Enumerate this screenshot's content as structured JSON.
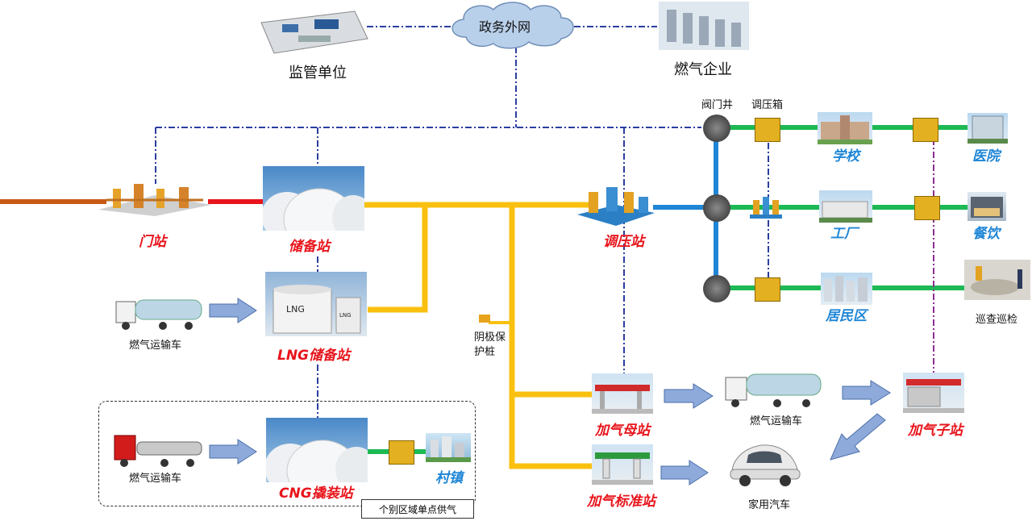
{
  "network": {
    "cloud_label": "政务外网"
  },
  "nodes": {
    "regulator": "监管单位",
    "gas_company": "燃气企业",
    "gate_station": "门站",
    "storage_station": "储备站",
    "lng_storage": "LNG储备站",
    "cng_station": "CNG撬装站",
    "pressure_station": "调压站",
    "valve_well": "阀门井",
    "regulator_box": "调压箱",
    "school": "学校",
    "hospital": "医院",
    "factory": "工厂",
    "dining": "餐饮",
    "residential": "居民区",
    "patrol": "巡查巡检",
    "cathodic": "阴极保护桩",
    "mother_station": "加气母站",
    "sub_station": "加气子站",
    "standard_station": "加气标准站",
    "truck_lng": "燃气运输车",
    "truck_cng": "燃气运输车",
    "truck_mid": "燃气运输车",
    "home_car": "家用汽车",
    "town": "村镇",
    "single_point": "个别区域单点供气"
  },
  "pic_labels": {
    "lng_tank": "LNG",
    "lng_tank2": "LNG"
  },
  "colors": {
    "main_pipe": "#f9c00f",
    "gate_pipe": "#c85a17",
    "red_pipe": "#e8141b",
    "blue_pipe": "#1f86d6",
    "green_pipe": "#1db954",
    "network_line": "#2c3ea0",
    "arrow_fill": "#8eaadb"
  }
}
